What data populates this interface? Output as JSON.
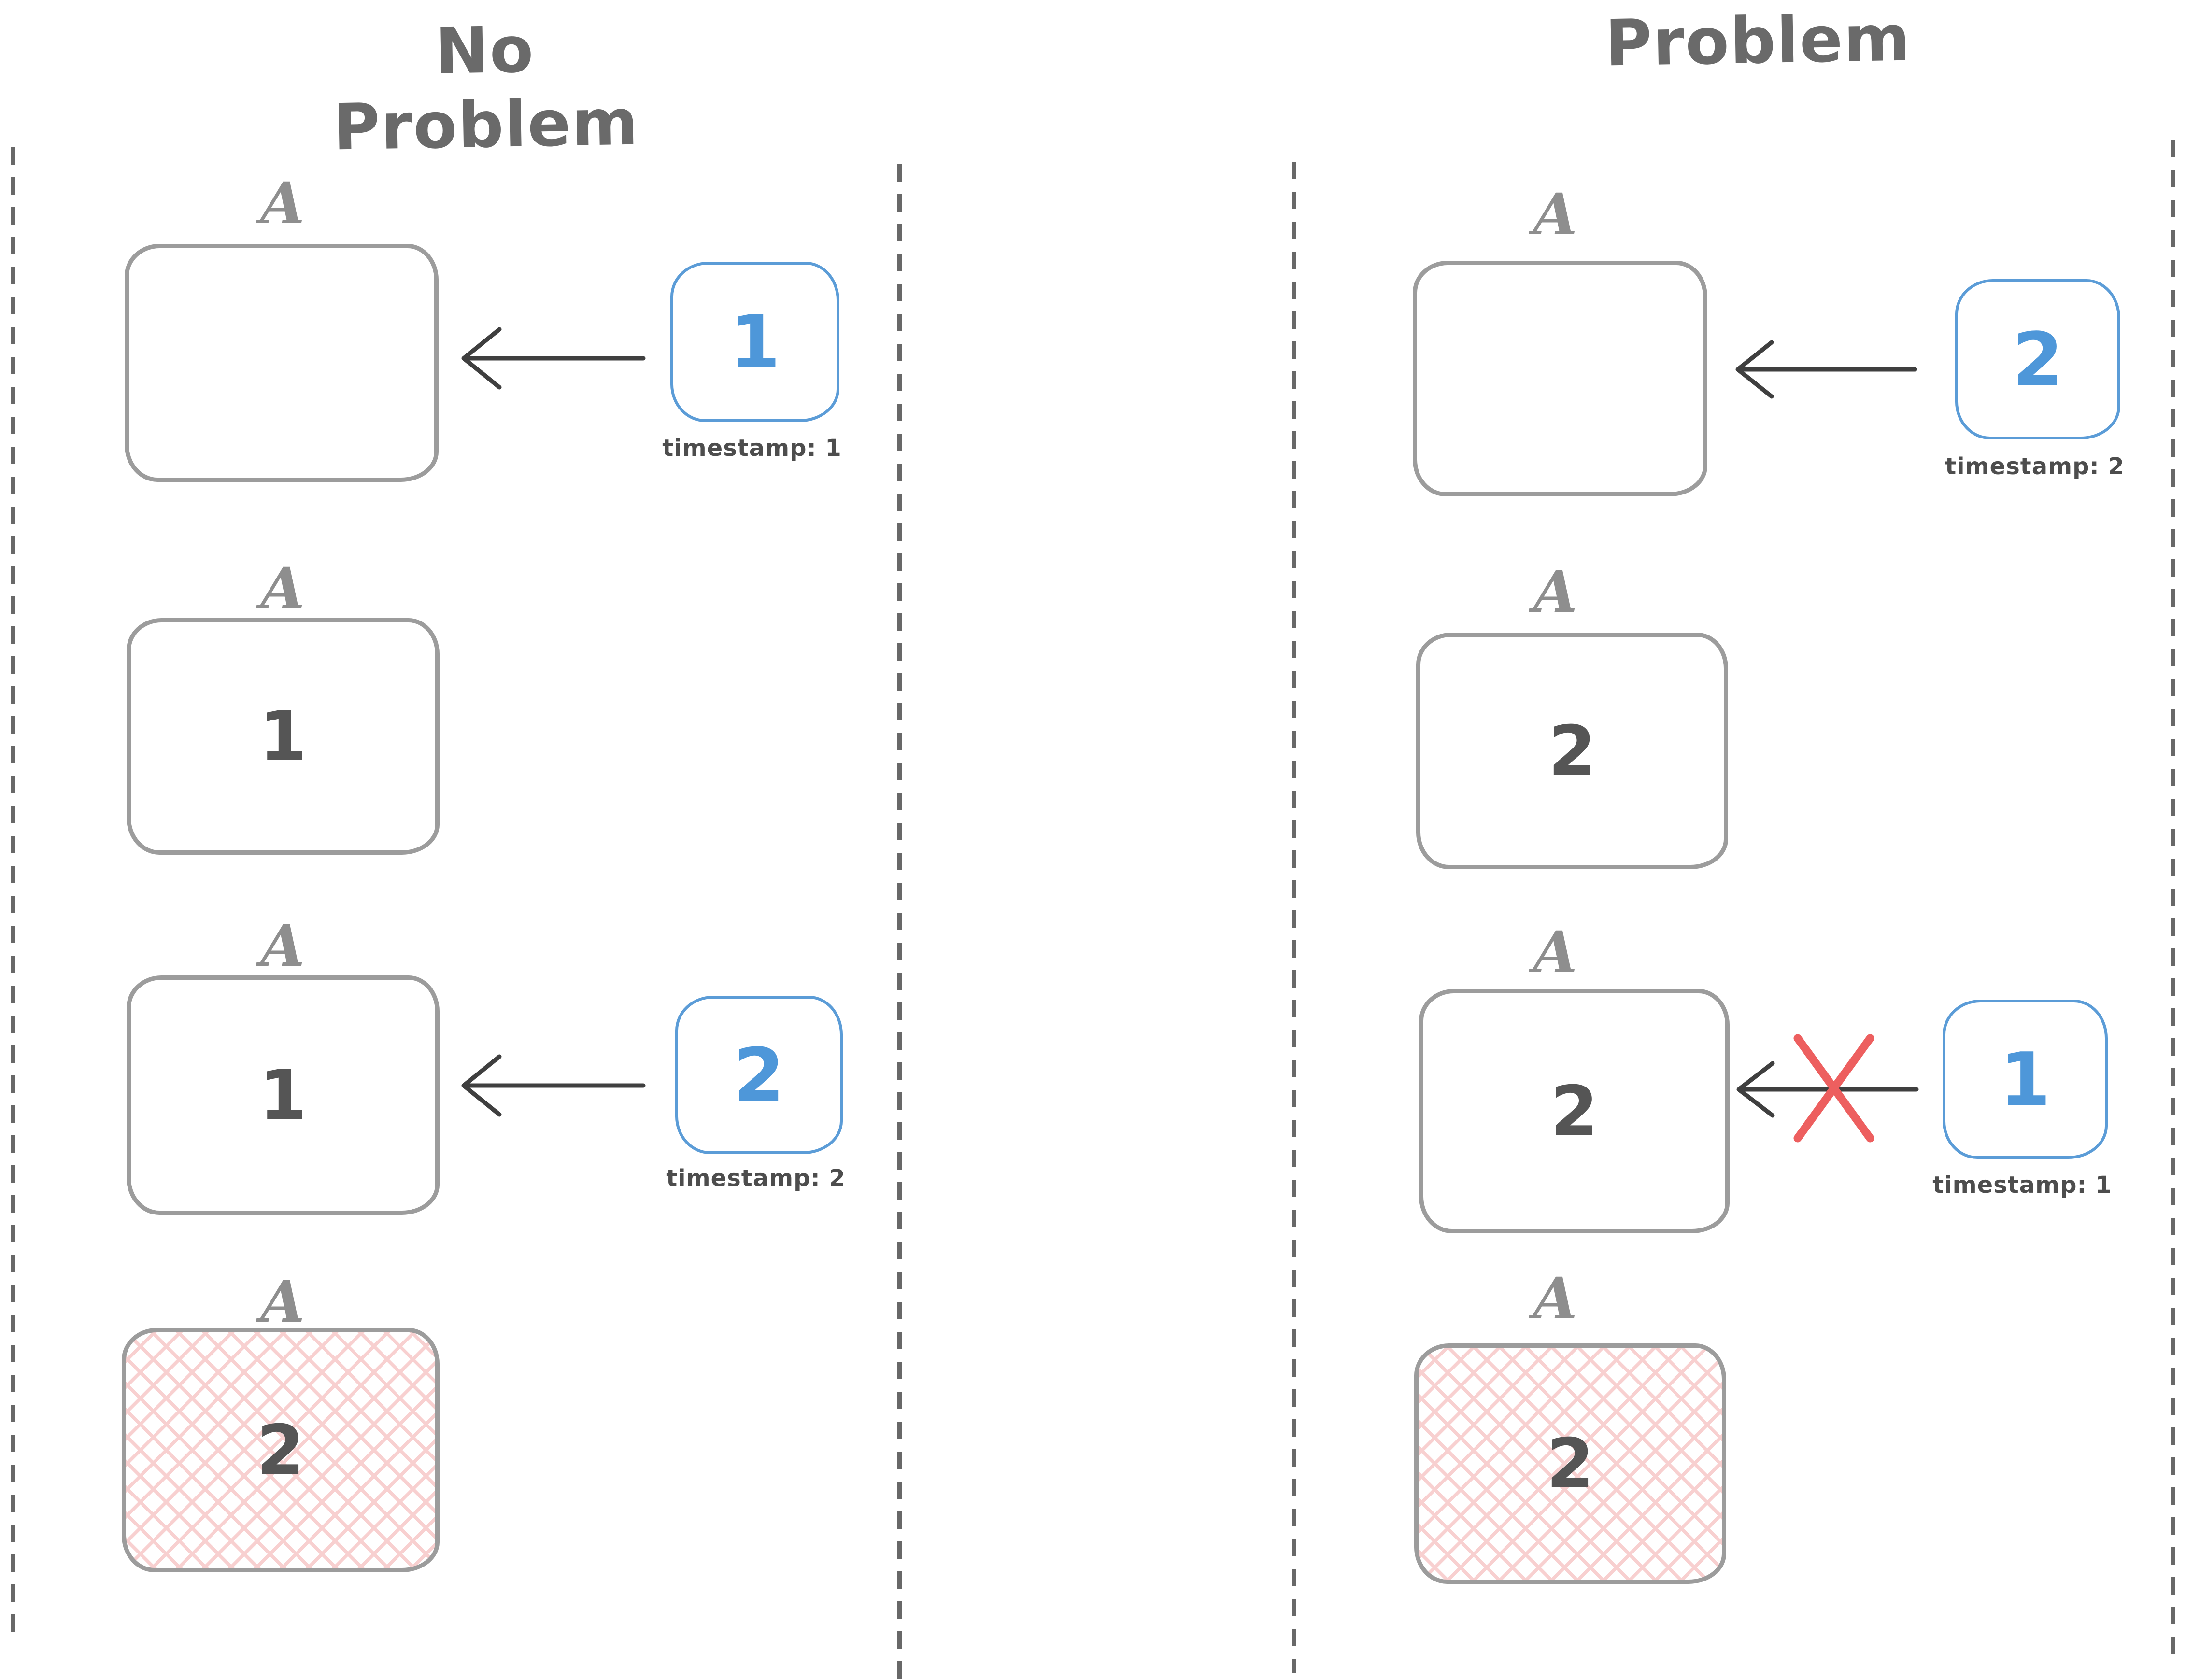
{
  "canvas": {
    "background": "#ffffff"
  },
  "colors": {
    "node_stroke_gray": "#9c9c9c",
    "replica_label_gray": "#8e8e8e",
    "value_gray": "#555555",
    "write_box_blue": "#5b9cd7",
    "write_value_blue": "#4e97d9",
    "arrow_dark_gray": "#3f3f3f",
    "divider_gray": "#686868",
    "timestamp_text_gray": "#4d4d4d",
    "rejected_x_red": "#ed5f5f",
    "conflict_fill_pink": "#f8d0d0"
  },
  "icons": {
    "arrow": "left-arrow-icon",
    "rejected": "rejected-x-icon"
  },
  "panels": [
    {
      "title": "No Problem",
      "rows": [
        {
          "replica": "A",
          "value": "",
          "write": {
            "value": "1",
            "timestamp_label": "timestamp: 1"
          }
        },
        {
          "replica": "A",
          "value": "1"
        },
        {
          "replica": "A",
          "value": "1",
          "write": {
            "value": "2",
            "timestamp_label": "timestamp: 2"
          }
        },
        {
          "replica": "A",
          "value": "2",
          "state": "final"
        }
      ]
    },
    {
      "title": "Problem",
      "rows": [
        {
          "replica": "A",
          "value": "",
          "write": {
            "value": "2",
            "timestamp_label": "timestamp: 2"
          }
        },
        {
          "replica": "A",
          "value": "2"
        },
        {
          "replica": "A",
          "value": "2",
          "write": {
            "value": "1",
            "timestamp_label": "timestamp: 1",
            "rejected": true
          }
        },
        {
          "replica": "A",
          "value": "2",
          "state": "final"
        }
      ]
    }
  ]
}
